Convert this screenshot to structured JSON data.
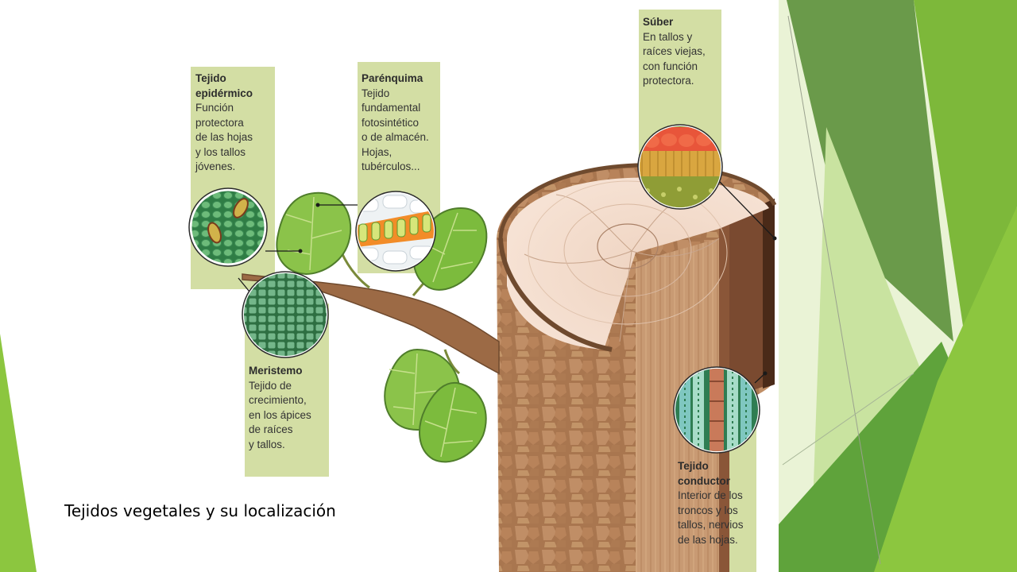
{
  "slide": {
    "caption": "Tejidos vegetales y su localización",
    "accent_colors": [
      "#8cc63f",
      "#6ea844",
      "#5a9a3c",
      "#b7d97a"
    ]
  },
  "panels": [
    {
      "id": "epidermico",
      "title_lines": [
        "Tejido",
        "epidérmico"
      ],
      "body_lines": [
        "Función",
        "protectora",
        "de las hojas",
        "y los tallos",
        "jóvenes."
      ]
    },
    {
      "id": "parenquima",
      "title_lines": [
        "Parénquima"
      ],
      "body_lines": [
        "Tejido",
        "fundamental",
        "fotosintético",
        "o de almacén.",
        "Hojas,",
        "tubérculos..."
      ]
    },
    {
      "id": "suber",
      "title_lines": [
        "Súber"
      ],
      "body_lines": [
        "En tallos y",
        "raíces viejas,",
        "con función",
        "protectora."
      ]
    },
    {
      "id": "meristemo",
      "title_lines": [
        "Meristemo"
      ],
      "body_lines": [
        "Tejido de",
        "crecimiento,",
        "en los ápices",
        "de raíces",
        "y tallos."
      ]
    },
    {
      "id": "conductor",
      "title_lines": [
        "Tejido",
        "conductor"
      ],
      "body_lines": [
        "Interior de los",
        "troncos y los",
        "tallos, nervios",
        "de las hojas."
      ]
    }
  ]
}
